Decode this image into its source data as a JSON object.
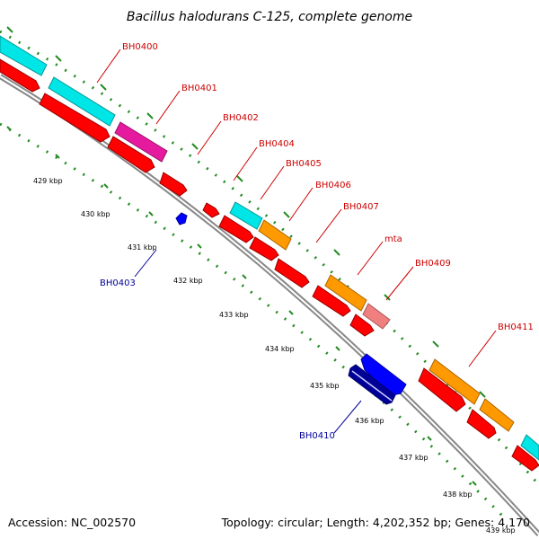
{
  "title": "Bacillus halodurans C-125, complete genome",
  "accession": "Accession: NC_002570",
  "summary": "Topology: circular; Length: 4,202,352 bp; Genes: 4,170",
  "colors": {
    "forward_cds": "#00e5e5",
    "reverse_cds": "#ff0000",
    "orange_cds": "#ff9900",
    "magenta_cds": "#e51a9e",
    "pink_cds": "#f08080",
    "blue_cds": "#0000ff",
    "label_forward": "#cc0000",
    "label_reverse": "#000099",
    "backbone": "#888888",
    "ticks": "#228b22"
  },
  "ticks": [
    "429 kbp",
    "430 kbp",
    "431 kbp",
    "432 kbp",
    "433 kbp",
    "434 kbp",
    "435 kbp",
    "436 kbp",
    "437 kbp",
    "438 kbp",
    "439 kbp"
  ],
  "genes": [
    {
      "label": "BH0400",
      "strand": "forward"
    },
    {
      "label": "BH0401",
      "strand": "forward"
    },
    {
      "label": "BH0402",
      "strand": "forward"
    },
    {
      "label": "BH0403",
      "strand": "reverse"
    },
    {
      "label": "BH0404",
      "strand": "forward"
    },
    {
      "label": "BH0405",
      "strand": "forward"
    },
    {
      "label": "BH0406",
      "strand": "forward"
    },
    {
      "label": "BH0407",
      "strand": "forward"
    },
    {
      "label": "mta",
      "strand": "forward"
    },
    {
      "label": "BH0409",
      "strand": "forward"
    },
    {
      "label": "BH0410",
      "strand": "reverse"
    },
    {
      "label": "BH0411",
      "strand": "forward"
    }
  ]
}
